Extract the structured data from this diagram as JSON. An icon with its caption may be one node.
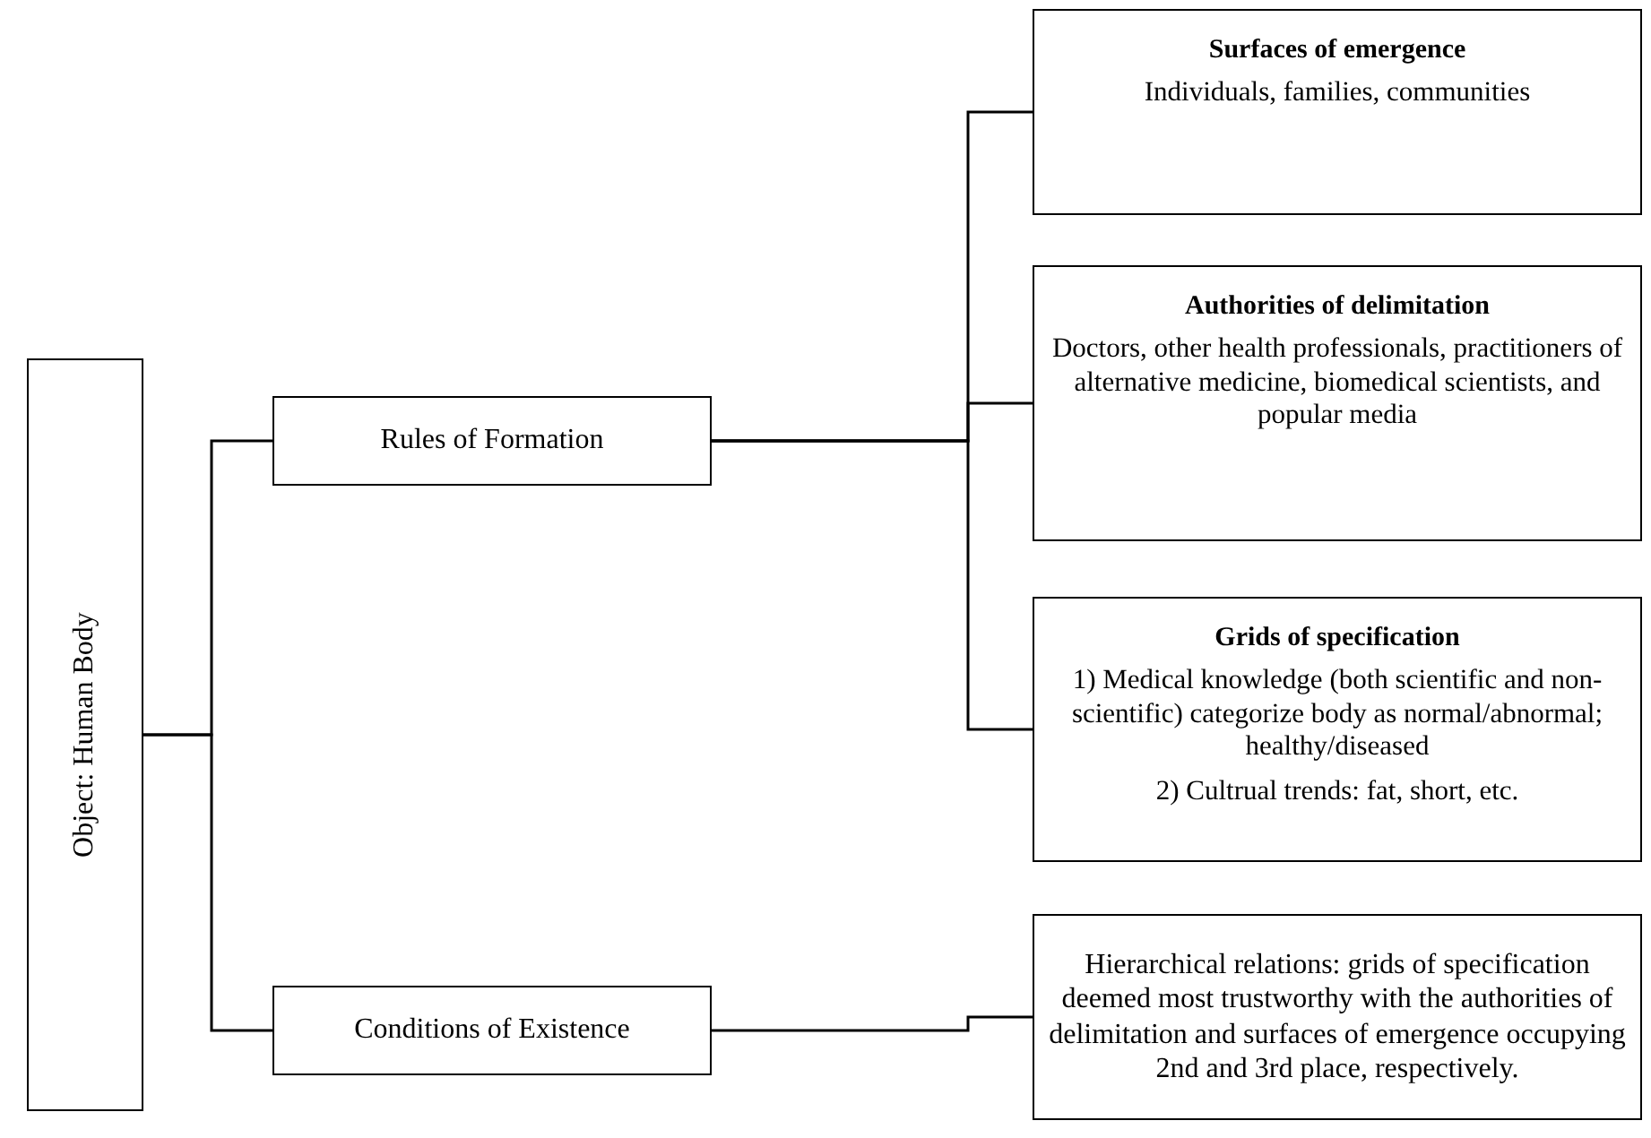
{
  "diagram": {
    "nodes": [
      {
        "text": [
          "Object: Human Body"
        ]
      },
      {
        "text": [
          "Rules of Formation"
        ]
      },
      {
        "text": [
          "Conditions of Existence"
        ]
      },
      {
        "text": [
          "Surfaces of emergence",
          "Individuals, families, communities"
        ]
      },
      {
        "text": [
          "Authorities of delimitation",
          "Doctors, other health professionals, practitioners of alternative medicine, biomedical scientists, and popular media"
        ]
      },
      {
        "text": [
          "Grids of specification",
          "1) Medical knowledge (both scientific and non-scientific) categorize body as normal/abnormal; healthy/diseased",
          "2) Cultrual trends: fat, short, etc."
        ]
      },
      {
        "text": [
          "Hierarchical relations: grids of specification deemed most trustworthy with the authorities of delimitation and surfaces of emergence occupying 2nd and 3rd place, respectively."
        ]
      }
    ],
    "edges": [
      {
        "from": 0,
        "to": 1,
        "arrow": "none"
      },
      {
        "from": 0,
        "to": 2,
        "arrow": "none"
      },
      {
        "from": 1,
        "to": 3,
        "arrow": "none"
      },
      {
        "from": 1,
        "to": 4,
        "arrow": "none"
      },
      {
        "from": 1,
        "to": 5,
        "arrow": "none"
      },
      {
        "from": 2,
        "to": 6,
        "arrow": "none"
      }
    ]
  }
}
